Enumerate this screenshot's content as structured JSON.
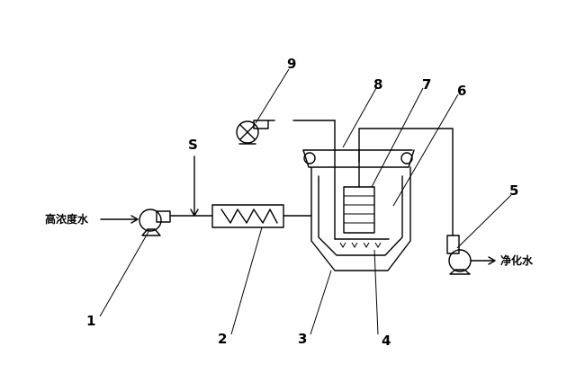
{
  "inlet_label": "高浓度水",
  "outlet_label": "净化水",
  "markers": {
    "m1": "1",
    "m2": "2",
    "m3": "3",
    "m4": "4",
    "m5": "5",
    "m6": "6",
    "m7": "7",
    "m8": "8",
    "m9": "9",
    "ms": "S"
  }
}
